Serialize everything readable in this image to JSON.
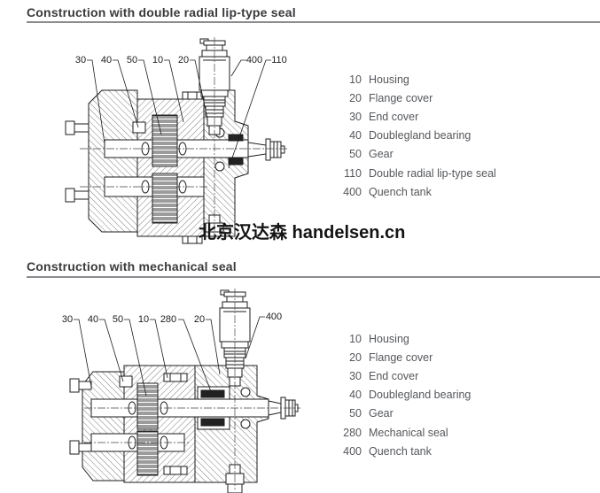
{
  "watermark": "北京汉达森 handelsen.cn",
  "sections": [
    {
      "title": "Construction with double radial lip-type seal",
      "callouts": [
        "30",
        "40",
        "50",
        "10",
        "20",
        "400",
        "110"
      ],
      "parts": [
        {
          "ref": "10",
          "name": "Housing"
        },
        {
          "ref": "20",
          "name": "Flange cover"
        },
        {
          "ref": "30",
          "name": "End cover"
        },
        {
          "ref": "40",
          "name": "Doublegland bearing"
        },
        {
          "ref": "50",
          "name": "Gear"
        },
        {
          "ref": "110",
          "name": "Double radial lip-type seal"
        },
        {
          "ref": "400",
          "name": "Quench tank"
        }
      ]
    },
    {
      "title": "Construction with mechanical seal",
      "callouts": [
        "30",
        "40",
        "50",
        "10",
        "280",
        "20",
        "400"
      ],
      "parts": [
        {
          "ref": "10",
          "name": "Housing"
        },
        {
          "ref": "20",
          "name": "Flange cover"
        },
        {
          "ref": "30",
          "name": "End cover"
        },
        {
          "ref": "40",
          "name": "Doublegland bearing"
        },
        {
          "ref": "50",
          "name": "Gear"
        },
        {
          "ref": "280",
          "name": "Mechanical seal"
        },
        {
          "ref": "400",
          "name": "Quench tank"
        }
      ]
    }
  ],
  "colors": {
    "rule": "#8a8c8f",
    "title_text": "#3a3a3c",
    "list_text": "#55575b",
    "drawing_line": "#1c1c1c"
  }
}
